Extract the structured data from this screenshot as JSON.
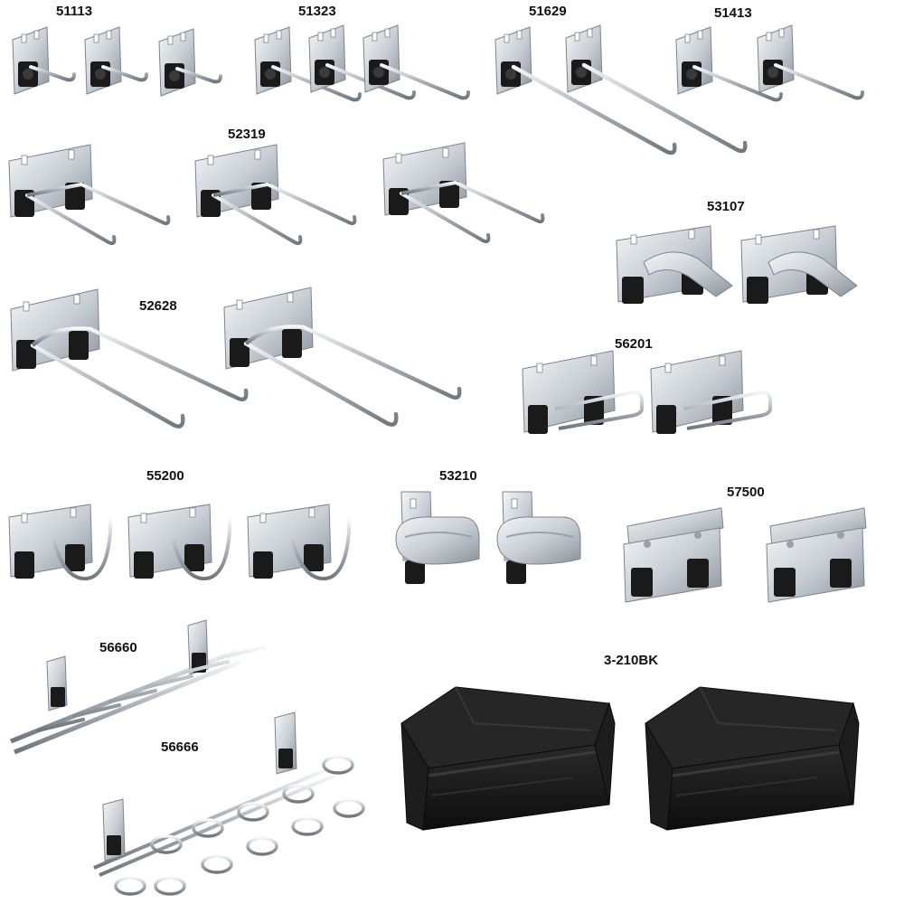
{
  "colors": {
    "background": "#ffffff",
    "metal_light": "#eef1f4",
    "metal_mid": "#c7cdd3",
    "metal_dark": "#7c848c",
    "rubber": "#1a1a1a",
    "bin": "#151515",
    "label": "#111111"
  },
  "products": [
    {
      "id": "51113",
      "kind": "short-single-hook",
      "count": 3
    },
    {
      "id": "51323",
      "kind": "medium-single-hook",
      "count": 3
    },
    {
      "id": "51629",
      "kind": "long-single-hook",
      "count": 2
    },
    {
      "id": "51413",
      "kind": "single-hook",
      "count": 2
    },
    {
      "id": "52319",
      "kind": "double-rod-hook",
      "count": 3
    },
    {
      "id": "53107",
      "kind": "spring-clip",
      "count": 2
    },
    {
      "id": "52628",
      "kind": "long-double-rod-hook",
      "count": 2
    },
    {
      "id": "56201",
      "kind": "loop-holder",
      "count": 2
    },
    {
      "id": "55200",
      "kind": "j-hook",
      "count": 3
    },
    {
      "id": "53210",
      "kind": "tool-clip",
      "count": 2
    },
    {
      "id": "57500",
      "kind": "plate-holder",
      "count": 2
    },
    {
      "id": "56660",
      "kind": "multi-hook-rack",
      "count": 1
    },
    {
      "id": "56666",
      "kind": "ring-rack",
      "count": 1
    },
    {
      "id": "3-210BK",
      "kind": "black-bin",
      "count": 2
    }
  ]
}
